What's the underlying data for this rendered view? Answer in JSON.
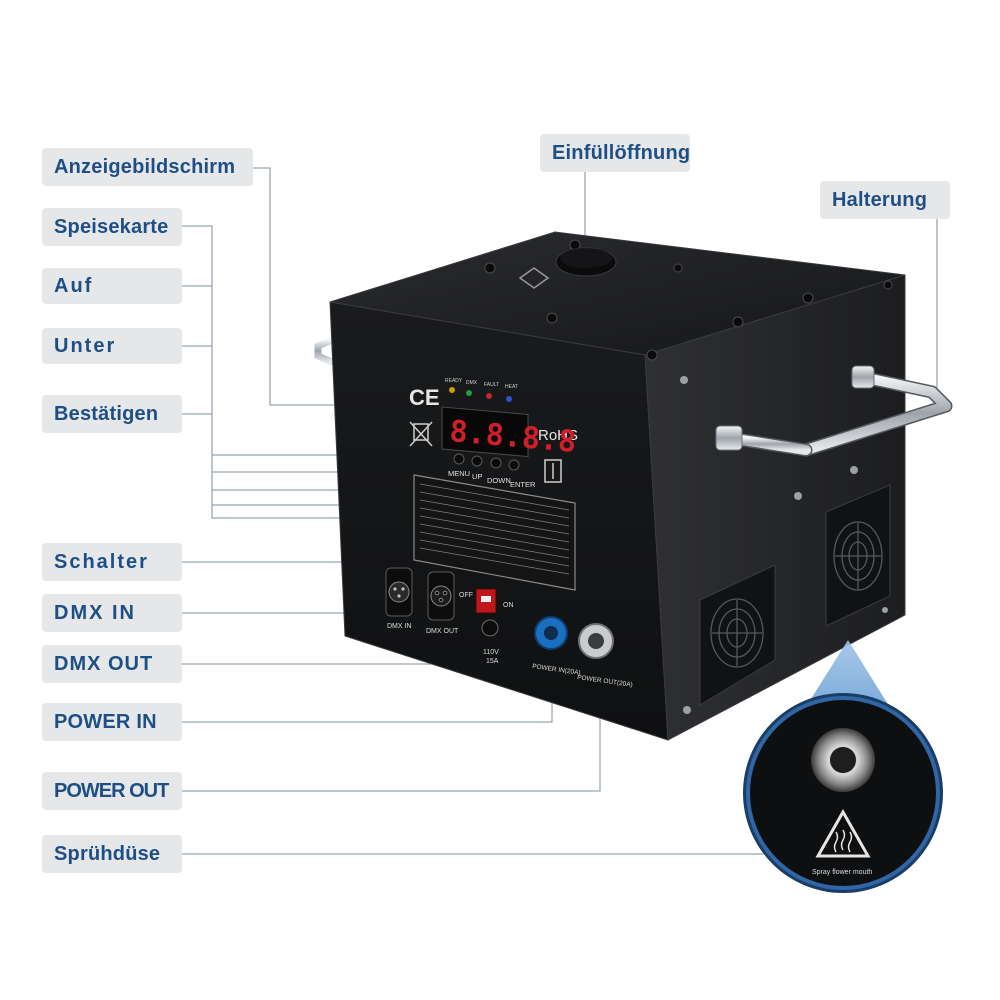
{
  "callouts": {
    "display": "Anzeigebildschirm",
    "menu": "Speisekarte",
    "up": "Auf",
    "down": "Unter",
    "confirm": "Bestätigen",
    "switch": "Schalter",
    "dmx_in": "DMX IN",
    "dmx_out": "DMX OUT",
    "power_in": "POWER IN",
    "power_out": "POWER OUT",
    "nozzle": "Sprühdüse",
    "fill_port": "Einfüllöffnung",
    "bracket": "Halterung"
  },
  "device": {
    "led_labels": [
      "READY",
      "DMX",
      "FAULT",
      "HEAT"
    ],
    "display_text": "8.8.8.8",
    "button_labels": [
      "MENU",
      "UP",
      "DOWN",
      "ENTER"
    ],
    "ce_mark": "CE",
    "rohs": "RoHS",
    "switch_off": "OFF",
    "switch_on": "ON",
    "dmx_in_label": "DMX IN",
    "dmx_out_label": "DMX OUT",
    "voltage": "110V",
    "current": "15A",
    "power_in_label": "POWER IN(20A)",
    "power_out_label": "POWER OUT(20A)",
    "nozzle_caption": "Spray flower mouth"
  },
  "colors": {
    "callout_text": "#1d4f86",
    "callout_bg": "#e6e7e9",
    "leader_line": "#9aa6b2",
    "device_body": "#1e1f21",
    "power_in_connector": "#1b6fc0"
  }
}
